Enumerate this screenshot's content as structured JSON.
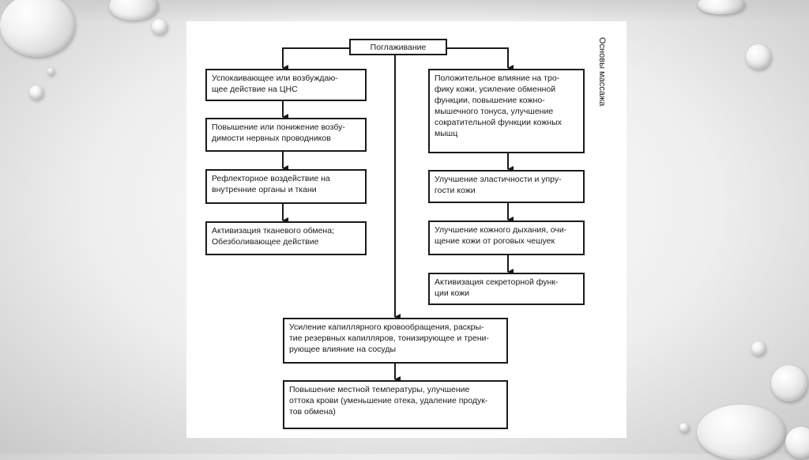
{
  "diagram": {
    "side_title": "Основы массажа",
    "root": "Поглаживание",
    "left": [
      "Успокаивающее или возбуждаю-\nщее действие на ЦНС",
      "Повышение или понижение возбу-\nдимости нервных проводников",
      "Рефлекторное воздействие на\nвнутренние органы и ткани",
      "Активизация тканевого обмена;\nОбезболивающее действие"
    ],
    "right": [
      "Положительное влияние на тро-\nфику кожи, усиление обменной\nфункции, повышение кожно-\nмышечного тонуса, улучшение\nсократительной функции кожных\nмышц",
      "Улучшение эластичности и упру-\nгости кожи",
      "Улучшение кожного дыхания, очи-\nщение кожи от роговых чешуек",
      "Активизация секреторной функ-\nции кожи"
    ],
    "bottom": [
      "Усиление капиллярного кровообращения, раскры-\nтие резервных капилляров, тонизирующее и трени-\nрующее влияние на сосуды",
      "Повышение местной температуры, улучшение\nоттока крови (уменьшение отека, удаление продук-\nтов обмена)"
    ]
  }
}
